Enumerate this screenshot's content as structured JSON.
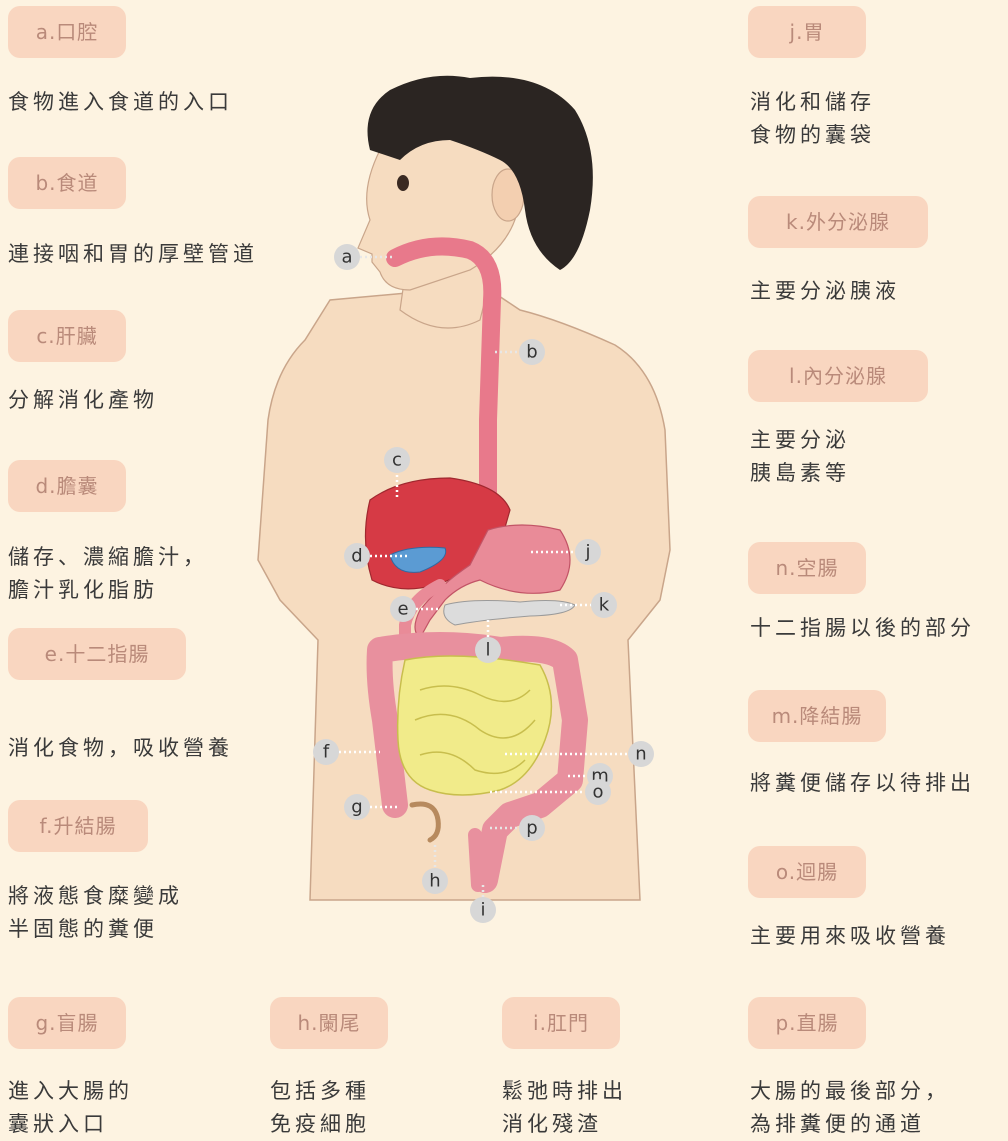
{
  "items": {
    "a": {
      "title": "a.口腔",
      "desc": "食物進入食道的入口"
    },
    "b": {
      "title": "b.食道",
      "desc": "連接咽和胃的厚壁管道"
    },
    "c": {
      "title": "c.肝臟",
      "desc": "分解消化產物"
    },
    "d": {
      "title": "d.膽囊",
      "desc": "儲存、濃縮膽汁，\n膽汁乳化脂肪"
    },
    "e": {
      "title": "e.十二指腸",
      "desc": "消化食物，吸收營養"
    },
    "f": {
      "title": "f.升結腸",
      "desc": "將液態食糜變成\n半固態的糞便"
    },
    "g": {
      "title": "g.盲腸",
      "desc": "進入大腸的\n囊狀入口"
    },
    "h": {
      "title": "h.闌尾",
      "desc": "包括多種\n免疫細胞"
    },
    "i": {
      "title": "i.肛門",
      "desc": "鬆弛時排出\n消化殘渣"
    },
    "j": {
      "title": "j.胃",
      "desc": "消化和儲存\n食物的囊袋"
    },
    "k": {
      "title": "k.外分泌腺",
      "desc": "主要分泌胰液"
    },
    "l": {
      "title": "l.內分泌腺",
      "desc": "主要分泌\n胰島素等"
    },
    "n": {
      "title": "n.空腸",
      "desc": "十二指腸以後的部分"
    },
    "m": {
      "title": "m.降結腸",
      "desc": "將糞便儲存以待排出"
    },
    "o": {
      "title": "o.迴腸",
      "desc": "主要用來吸收營養"
    },
    "p": {
      "title": "p.直腸",
      "desc": "大腸的最後部分，\n為排糞便的通道"
    }
  },
  "markers": [
    "a",
    "b",
    "c",
    "d",
    "e",
    "f",
    "g",
    "h",
    "i",
    "j",
    "k",
    "l",
    "m",
    "n",
    "o",
    "p"
  ],
  "colors": {
    "tag_bg": "#f9d6c0",
    "tag_text": "#b98a7a",
    "background": "#fdf3e1",
    "skin": "#f6dcc0",
    "hair": "#2b2522",
    "liver": "#d63a45",
    "stomach": "#e98b98",
    "intestine": "#f1eb8a",
    "colon": "#e8909e"
  }
}
